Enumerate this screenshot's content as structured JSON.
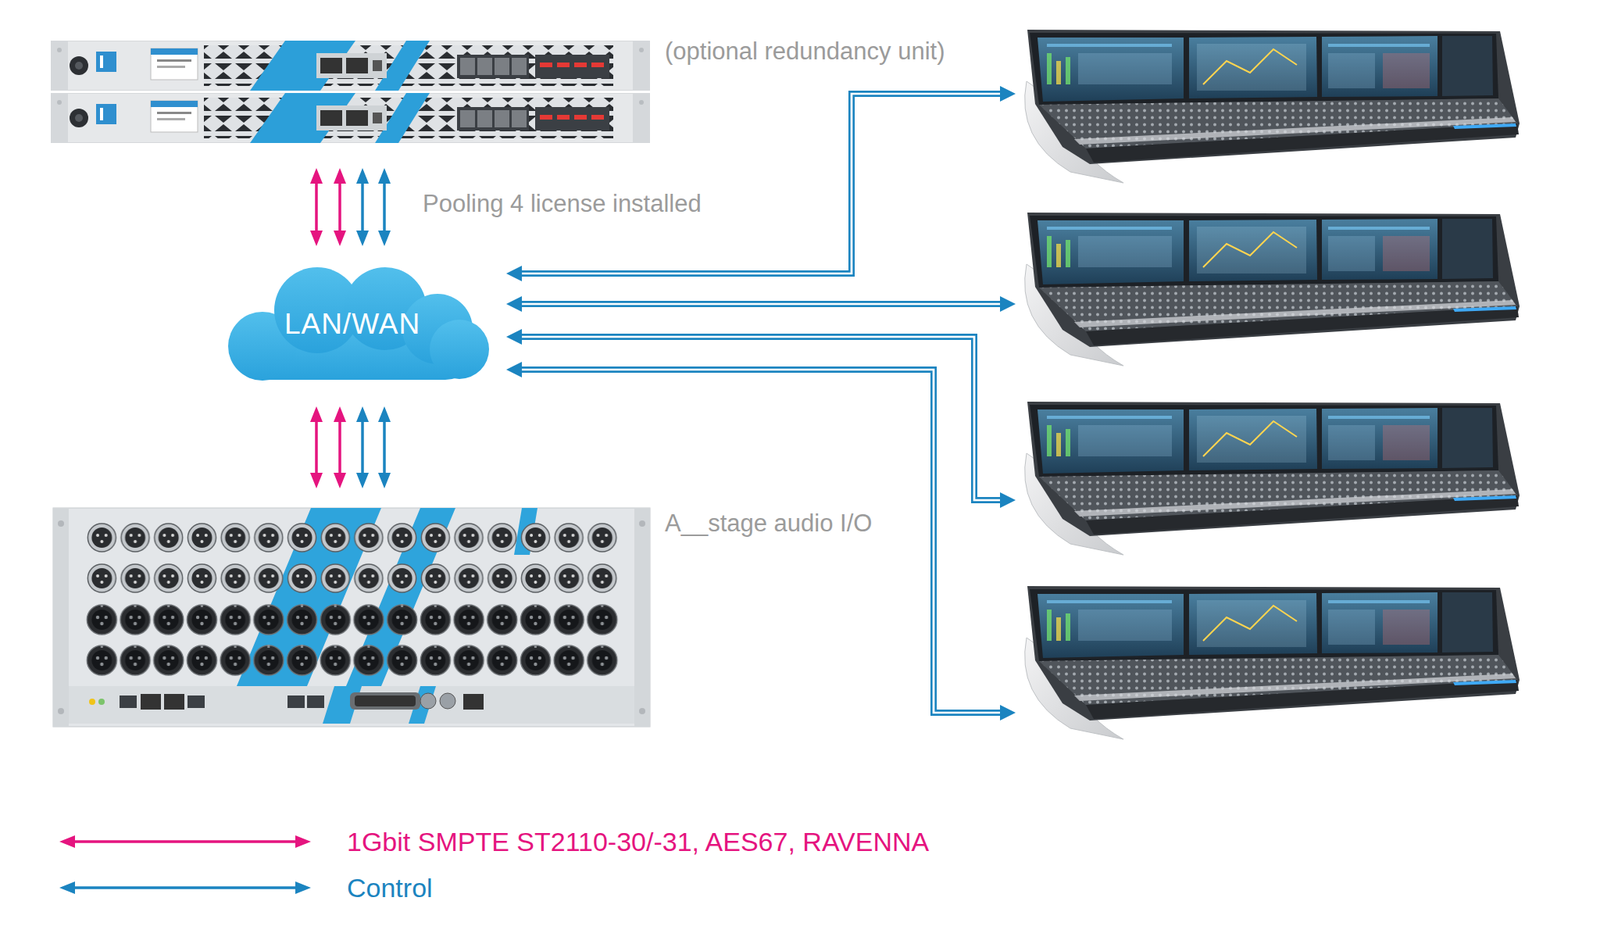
{
  "diagram": {
    "nodes": [
      {
        "text": [
          "(optional redundancy unit)"
        ]
      },
      {
        "text": [
          "LAN/WAN"
        ]
      },
      {
        "text": [
          "A__stage audio I/O"
        ]
      },
      {
        "text": []
      },
      {
        "text": []
      },
      {
        "text": []
      },
      {
        "text": []
      }
    ],
    "edges": [
      {
        "from": 0,
        "to": 1,
        "arrow": "both"
      },
      {
        "from": 0,
        "to": 1,
        "arrow": "both"
      },
      {
        "from": 0,
        "to": 1,
        "arrow": "both"
      },
      {
        "from": 0,
        "to": 1,
        "arrow": "both"
      },
      {
        "from": 1,
        "to": 2,
        "arrow": "both"
      },
      {
        "from": 1,
        "to": 2,
        "arrow": "both"
      },
      {
        "from": 1,
        "to": 2,
        "arrow": "both"
      },
      {
        "from": 1,
        "to": 2,
        "arrow": "both"
      },
      {
        "from": 1,
        "to": 3,
        "arrow": "both"
      },
      {
        "from": 1,
        "to": 4,
        "arrow": "both"
      },
      {
        "from": 1,
        "to": 5,
        "arrow": "both"
      },
      {
        "from": 1,
        "to": 6,
        "arrow": "both"
      }
    ],
    "labels": [
      "Pooling 4 license installed"
    ],
    "legend": [
      {
        "text": "1Gbit SMPTE ST2110-30/-31, AES67, RAVENNA"
      },
      {
        "text": "Control"
      }
    ]
  }
}
